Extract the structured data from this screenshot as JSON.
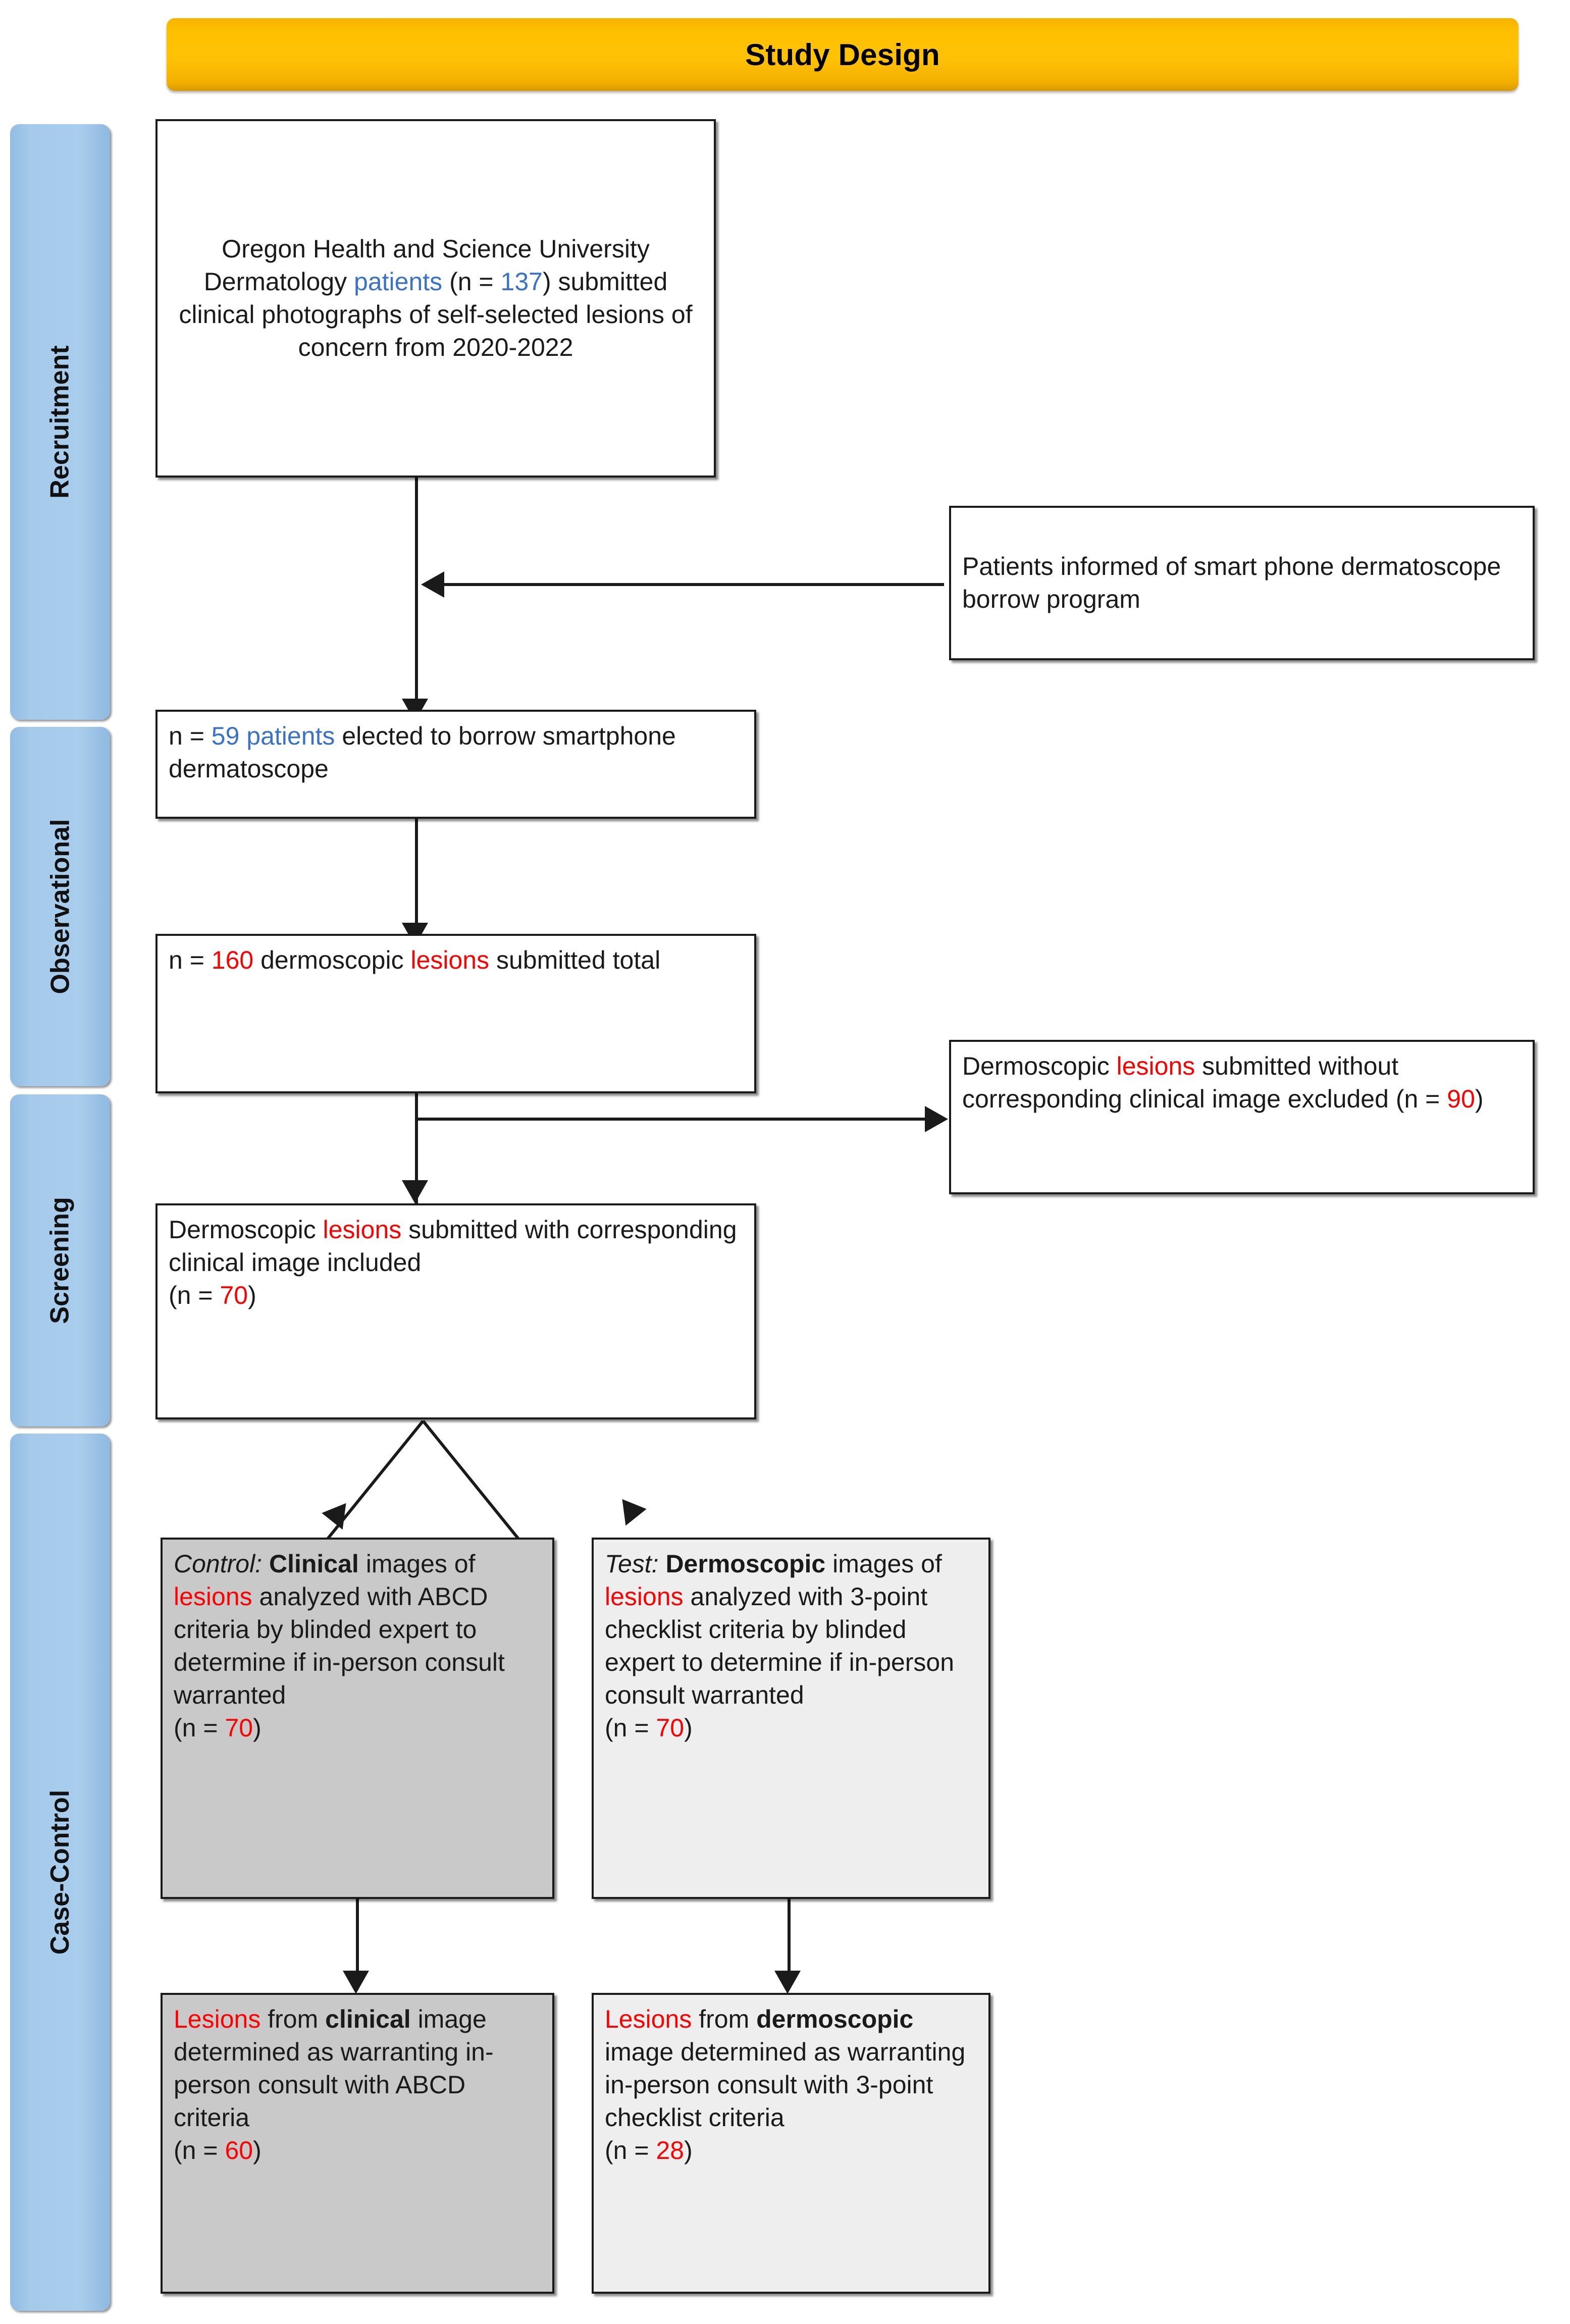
{
  "banner": {
    "title": "Study Design"
  },
  "colors": {
    "banner_fill": "#ffc000",
    "rail_fill": "#a6cbea",
    "box_border": "#1a1a1a",
    "control_fill": "#c9c9c9",
    "test_fill": "#eeeeee",
    "accent_blue": "#3a72c8",
    "accent_red": "#ff0000"
  },
  "phases": [
    {
      "label": "Recruitment"
    },
    {
      "label": "Observational"
    },
    {
      "label": "Screening"
    },
    {
      "label": "Case-Control"
    }
  ],
  "boxes": {
    "recruitment_source": {
      "full_text": "Oregon Health and Science University Dermatology patients (n = 137) submitted clinical photographs of self-selected lesions of concern from 2020-2022",
      "segments": [
        {
          "text": "Oregon Health and Science University Dermatology ",
          "style": "plain"
        },
        {
          "text": "patients",
          "style": "blue"
        },
        {
          "text": " (n = ",
          "style": "plain"
        },
        {
          "text": "137",
          "style": "blue"
        },
        {
          "text": ") submitted clinical photographs of self-selected lesions of concern from 2020-2022",
          "style": "plain"
        }
      ]
    },
    "informed": {
      "full_text": "Patients informed of smart phone dermatoscope borrow program",
      "segments": [
        {
          "text": "Patients informed of smart phone dermatoscope borrow program",
          "style": "plain"
        }
      ]
    },
    "elected": {
      "full_text": "n = 59 patients elected to borrow smartphone dermatoscope",
      "segments": [
        {
          "text": "n = ",
          "style": "plain"
        },
        {
          "text": "59 patients",
          "style": "blue"
        },
        {
          "text": " elected to borrow smartphone dermatoscope",
          "style": "plain"
        }
      ]
    },
    "submitted_total": {
      "full_text": "n = 160 dermoscopic lesions submitted total",
      "segments": [
        {
          "text": "n = ",
          "style": "plain"
        },
        {
          "text": "160",
          "style": "red"
        },
        {
          "text": " dermoscopic ",
          "style": "plain"
        },
        {
          "text": "lesions",
          "style": "red"
        },
        {
          "text": " submitted total",
          "style": "plain"
        }
      ]
    },
    "excluded": {
      "full_text": "Dermoscopic lesions submitted without corresponding clinical image excluded (n = 90)",
      "segments": [
        {
          "text": "Dermoscopic ",
          "style": "plain"
        },
        {
          "text": "lesions",
          "style": "red"
        },
        {
          "text": " submitted without corresponding clinical image excluded (n = ",
          "style": "plain"
        },
        {
          "text": "90",
          "style": "red"
        },
        {
          "text": ")",
          "style": "plain"
        }
      ]
    },
    "included": {
      "full_text": "Dermoscopic lesions submitted with corresponding clinical image included (n = 70)",
      "segments": [
        {
          "text": "Dermoscopic ",
          "style": "plain"
        },
        {
          "text": "lesions",
          "style": "red"
        },
        {
          "text": " submitted with corresponding clinical image included",
          "style": "plain"
        },
        {
          "text": "\n(n = ",
          "style": "plain"
        },
        {
          "text": "70",
          "style": "red"
        },
        {
          "text": ")",
          "style": "plain"
        }
      ]
    },
    "control_arm": {
      "full_text": "Control: Clinical images of lesions analyzed with ABCD criteria by blinded expert to determine if in-person consult warranted (n = 70)",
      "segments": [
        {
          "text": "Control:",
          "style": "italic"
        },
        {
          "text": " Clinical",
          "style": "bold"
        },
        {
          "text": " images of ",
          "style": "plain"
        },
        {
          "text": "lesions",
          "style": "red"
        },
        {
          "text": " analyzed with ABCD criteria by blinded expert to determine if in-person consult warranted",
          "style": "plain"
        },
        {
          "text": "\n(n = ",
          "style": "plain"
        },
        {
          "text": "70",
          "style": "red"
        },
        {
          "text": ")",
          "style": "plain"
        }
      ]
    },
    "test_arm": {
      "full_text": "Test: Dermoscopic images of lesions analyzed with 3-point checklist criteria by blinded expert to determine if in-person consult warranted (n = 70)",
      "segments": [
        {
          "text": "Test:",
          "style": "italic"
        },
        {
          "text": " Dermoscopic",
          "style": "bold"
        },
        {
          "text": " images of ",
          "style": "plain"
        },
        {
          "text": "lesions",
          "style": "red"
        },
        {
          "text": " analyzed with 3-point checklist criteria by blinded expert to determine if in-person consult warranted",
          "style": "plain"
        },
        {
          "text": "\n(n = ",
          "style": "plain"
        },
        {
          "text": "70",
          "style": "red"
        },
        {
          "text": ")",
          "style": "plain"
        }
      ]
    },
    "control_result": {
      "full_text": "Lesions from clinical image determined as warranting in-person consult with ABCD criteria (n = 60)",
      "segments": [
        {
          "text": "Lesions",
          "style": "red"
        },
        {
          "text": " from ",
          "style": "plain"
        },
        {
          "text": "clinical",
          "style": "bold"
        },
        {
          "text": " image determined as warranting in-person consult with ABCD criteria",
          "style": "plain"
        },
        {
          "text": "\n(n = ",
          "style": "plain"
        },
        {
          "text": "60",
          "style": "red"
        },
        {
          "text": ")",
          "style": "plain"
        }
      ]
    },
    "test_result": {
      "full_text": "Lesions from dermoscopic image determined as warranting in-person consult with 3-point checklist criteria (n = 28)",
      "segments": [
        {
          "text": "Lesions",
          "style": "red"
        },
        {
          "text": " from ",
          "style": "plain"
        },
        {
          "text": "dermoscopic",
          "style": "bold"
        },
        {
          "text": " image determined as warranting in-person consult with 3-point checklist criteria",
          "style": "plain"
        },
        {
          "text": "\n(n = ",
          "style": "plain"
        },
        {
          "text": "28",
          "style": "red"
        },
        {
          "text": ")",
          "style": "plain"
        }
      ]
    }
  },
  "counts": {
    "patients_recruited": 137,
    "patients_borrowed": 59,
    "lesions_submitted_total": 160,
    "lesions_excluded": 90,
    "lesions_included": 70,
    "control_arm_n": 70,
    "test_arm_n": 70,
    "control_warranted_n": 60,
    "test_warranted_n": 28
  }
}
